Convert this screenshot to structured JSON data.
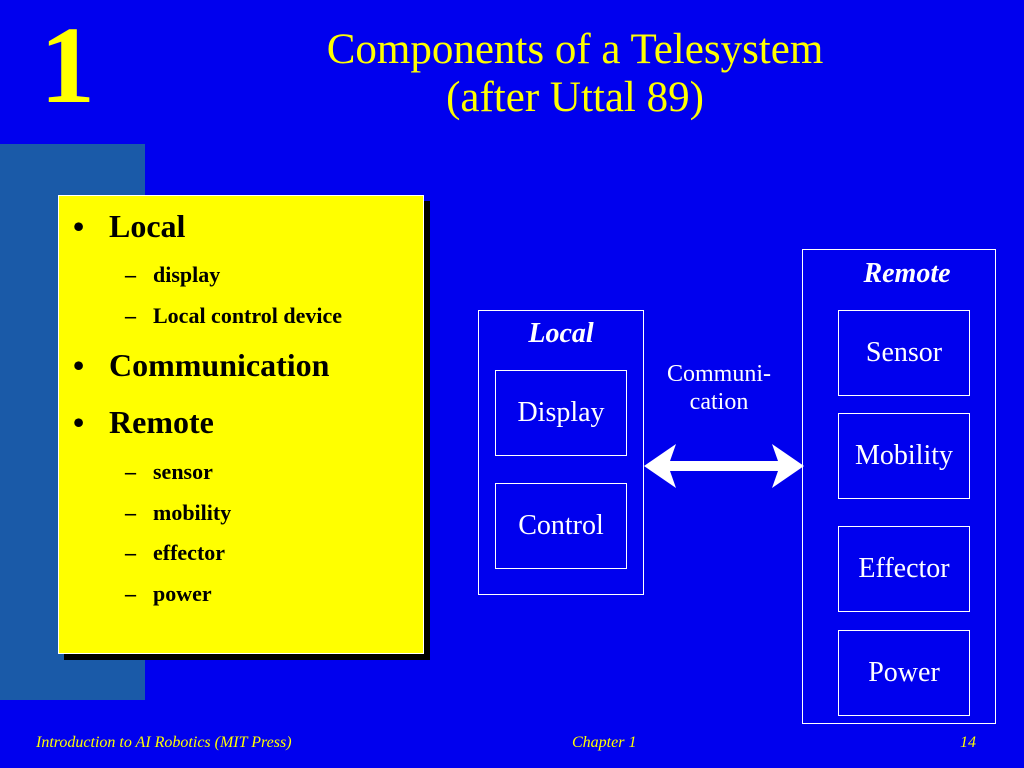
{
  "slide": {
    "chapter_number": "1",
    "title_line1": "Components of a Telesystem",
    "title_line2": "(after Uttal 89)"
  },
  "bullets": {
    "local": "Local",
    "display": "display",
    "local_control_device": "Local control device",
    "communication": "Communication",
    "remote": "Remote",
    "sensor": "sensor",
    "mobility": "mobility",
    "effector": "effector",
    "power": "power",
    "bullet_glyph": "•",
    "dash_glyph": "–"
  },
  "diagram": {
    "local_label": "Local",
    "display_label": "Display",
    "control_label": "Control",
    "communication_label_line1": "Communi-",
    "communication_label_line2": "cation",
    "remote_label": "Remote",
    "sensor_label": "Sensor",
    "mobility_label": "Mobility",
    "effector_label": "Effector",
    "power_label": "Power"
  },
  "footer": {
    "left": "Introduction to AI Robotics (MIT Press)",
    "center": "Chapter 1",
    "right": "14"
  },
  "colors": {
    "background": "#0000ee",
    "accent": "#ffff00",
    "side_panel": "#1a5aa8",
    "lines": "#ffffff"
  }
}
